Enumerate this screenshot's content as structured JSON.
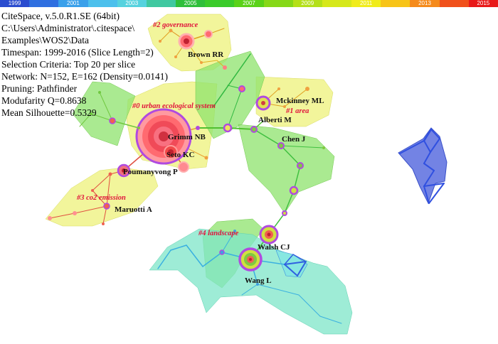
{
  "timeline": [
    {
      "year": "1999",
      "color": "#2a4ccf"
    },
    {
      "year": "",
      "color": "#2f6fe0"
    },
    {
      "year": "2001",
      "color": "#3aa0ea"
    },
    {
      "year": "",
      "color": "#4cc0ec"
    },
    {
      "year": "2003",
      "color": "#56d2de"
    },
    {
      "year": "",
      "color": "#40c8a0"
    },
    {
      "year": "2005",
      "color": "#2fbf3a"
    },
    {
      "year": "",
      "color": "#3acb2a"
    },
    {
      "year": "2007",
      "color": "#5ad218"
    },
    {
      "year": "",
      "color": "#86d818"
    },
    {
      "year": "2009",
      "color": "#b4e018"
    },
    {
      "year": "",
      "color": "#d6e81a"
    },
    {
      "year": "2011",
      "color": "#f0ec1a"
    },
    {
      "year": "",
      "color": "#f7c418"
    },
    {
      "year": "2013",
      "color": "#f58a1a"
    },
    {
      "year": "",
      "color": "#f0501a"
    },
    {
      "year": "2015",
      "color": "#e81818"
    }
  ],
  "info": {
    "lines": [
      "CiteSpace, v.5.0.R1.SE (64bit)",
      "C:\\Users\\Administrator\\.citespace\\",
      "Examples\\WOS2\\Data",
      "Timespan: 1999-2016 (Slice Length=2)",
      "Selection Criteria: Top 20 per slice",
      "Network: N=152, E=162 (Density=0.0141)",
      "Pruning: Pathfinder",
      "Modufarity Q=0.8638",
      "Mean Silhouette=0.5329"
    ]
  },
  "clusters": [
    {
      "label": "#0 urban ecological system"
    },
    {
      "label": "#1 area"
    },
    {
      "label": "#2 governance"
    },
    {
      "label": "#3 co2 emission"
    },
    {
      "label": "#4 landscape"
    }
  ],
  "authors": [
    {
      "name": "Brown RR"
    },
    {
      "name": "Grimm NB"
    },
    {
      "name": "Seto KC"
    },
    {
      "name": "Poumanyvong P"
    },
    {
      "name": "Maruotti A"
    },
    {
      "name": "Mckinney ML"
    },
    {
      "name": "Alberti M"
    },
    {
      "name": "Chen J"
    },
    {
      "name": "Walsh CJ"
    },
    {
      "name": "Wang L"
    }
  ],
  "colors": {
    "cluster_yellow": "#eef27a",
    "cluster_green": "#8ee36c",
    "cluster_cyan": "#7ee6c8",
    "cluster_blue": "#5468de",
    "burst_red": "#ff4a4a",
    "centrality_purple": "#b04ae0",
    "label_red": "#e0143c"
  }
}
